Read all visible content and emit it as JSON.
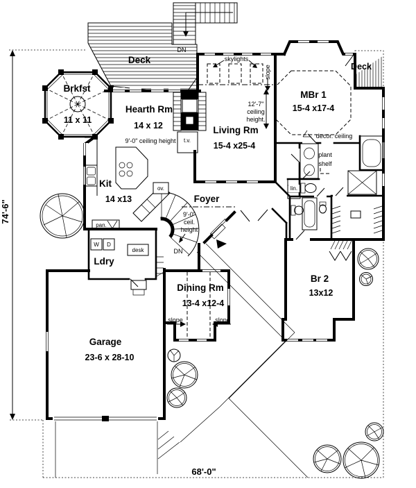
{
  "dimensions": {
    "overall_depth": "74'-6\"",
    "overall_width": "68'-0\""
  },
  "rooms": {
    "brkfst": {
      "name": "Brkfst",
      "dims": "11 x 11"
    },
    "deck_top": {
      "name": "Deck"
    },
    "deck_right": {
      "name": "Deck"
    },
    "hearth": {
      "name": "Hearth Rm",
      "dims": "14 x 12"
    },
    "living": {
      "name": "Living Rm",
      "dims": "15-4 x25-4"
    },
    "mbr": {
      "name": "MBr 1",
      "dims": "15-4 x17-4"
    },
    "kit": {
      "name": "Kit",
      "dims": "14 x13"
    },
    "foyer": {
      "name": "Foyer"
    },
    "ldry": {
      "name": "Ldry"
    },
    "dining": {
      "name": "Dining Rm",
      "dims": "13-4 x12-4"
    },
    "garage": {
      "name": "Garage",
      "dims": "23-6 x 28-10"
    },
    "br2": {
      "name": "Br 2",
      "dims": "13x12"
    }
  },
  "annotations": {
    "ceiling_hearth": "9'-0\" ceiling height",
    "skylights": "skylights",
    "slope": "slope",
    "ceil_12_7": [
      "12'-7\"",
      "ceiling",
      "height."
    ],
    "ceil_foyer": [
      "9'-0\"",
      "ceil.",
      "height"
    ],
    "decor_ceiling": "decor. ceiling",
    "plant_shelf": [
      "plant",
      "shelf"
    ],
    "lin": "lin.",
    "tv": "t.v.",
    "ov": "ov.",
    "pan": "pan.",
    "washer": "W",
    "dryer": "D",
    "desk": "desk",
    "dn": "DN"
  }
}
